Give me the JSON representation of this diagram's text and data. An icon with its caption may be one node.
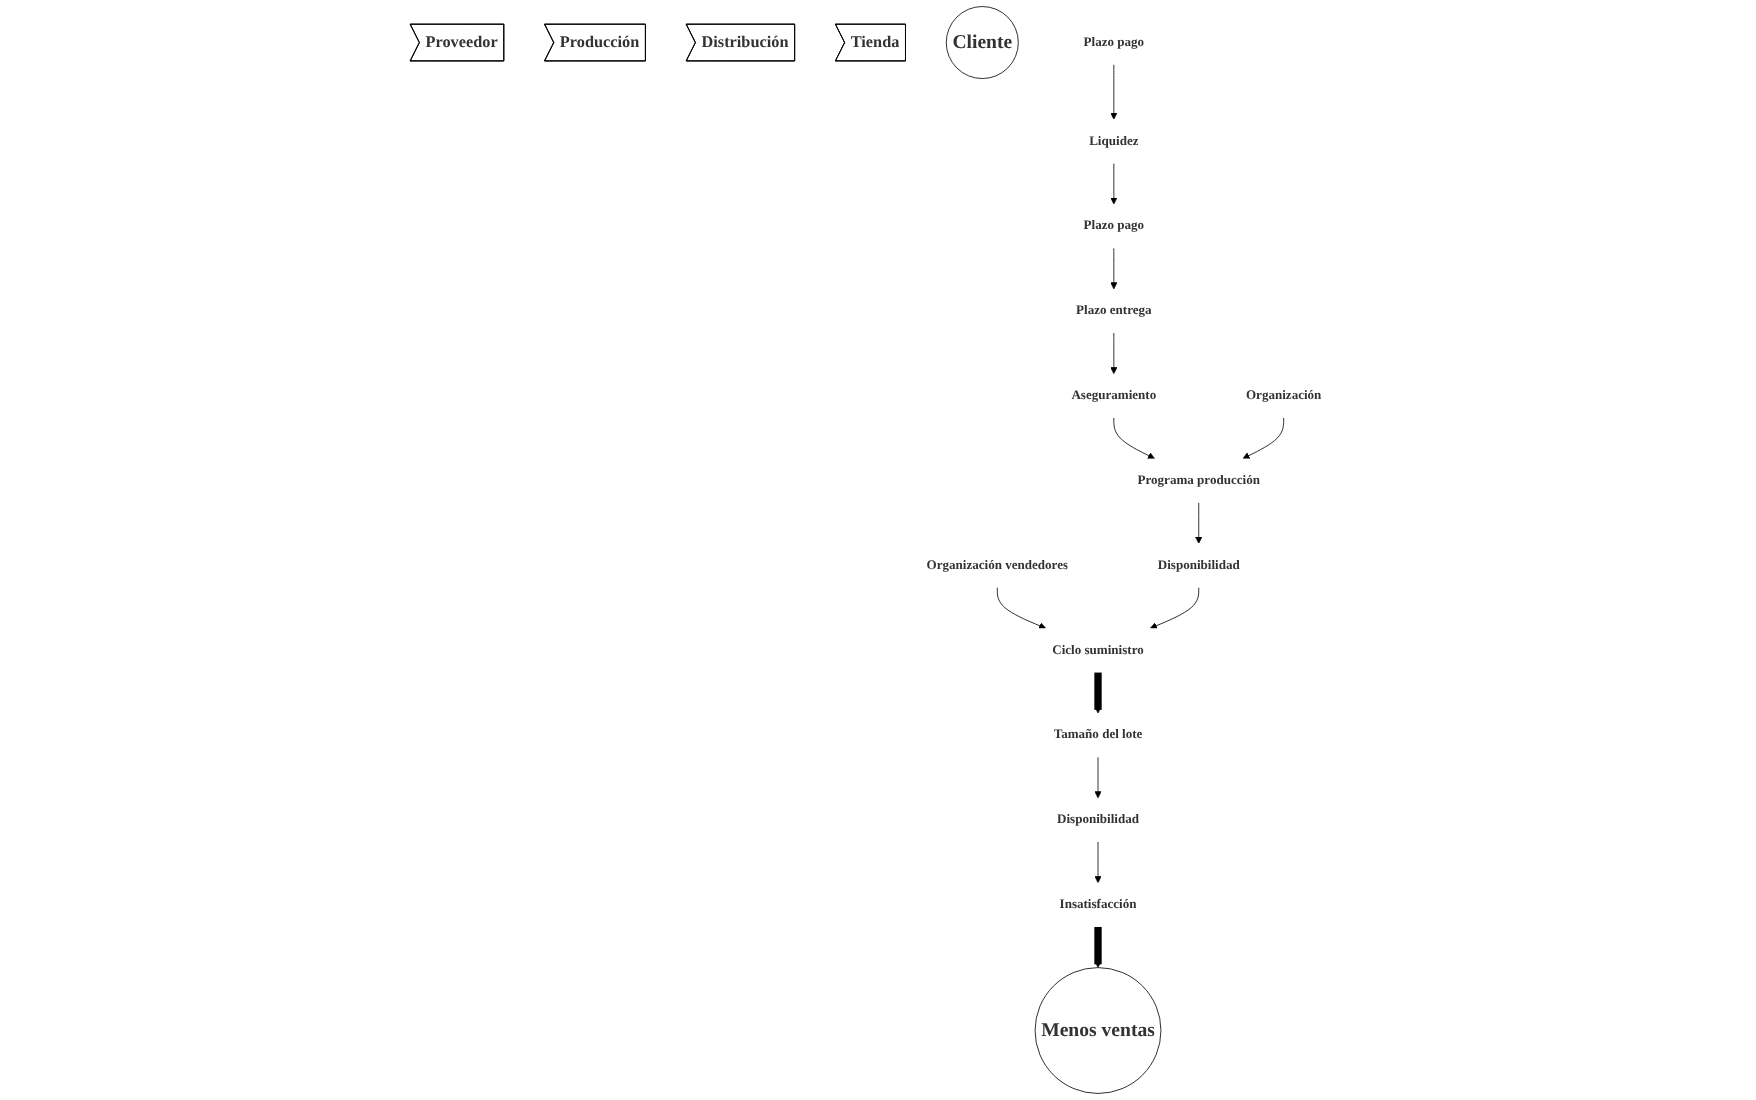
{
  "diagram": {
    "nodes": [
      {
        "text": [
          "Proveedor"
        ]
      },
      {
        "text": [
          "Producción"
        ]
      },
      {
        "text": [
          "Distribución"
        ]
      },
      {
        "text": [
          "Tienda"
        ]
      },
      {
        "text": [
          "Cliente"
        ]
      },
      {
        "text": [
          "Organización vendedores"
        ]
      },
      {
        "text": [
          "Plazo entrega"
        ]
      },
      {
        "text": [
          "Aseguramiento"
        ]
      },
      {
        "text": [
          "Ciclo suministro"
        ]
      },
      {
        "text": [
          "Tamaño del lote"
        ]
      },
      {
        "text": [
          "Programa producción"
        ]
      },
      {
        "text": [
          "Disponibilidad"
        ]
      },
      {
        "text": [
          "Disponibilidad"
        ]
      },
      {
        "text": [
          "Insatisfacción"
        ]
      },
      {
        "text": [
          "Organización"
        ]
      },
      {
        "text": [
          "Menos ventas"
        ]
      },
      {
        "text": [
          "Plazo pago"
        ]
      },
      {
        "text": [
          "Liquidez"
        ]
      },
      {
        "text": [
          "Plazo pago"
        ]
      }
    ],
    "edges": [
      {
        "from": 5,
        "to": 8,
        "arrow": "to"
      },
      {
        "from": 6,
        "to": 7,
        "arrow": "to"
      },
      {
        "from": 7,
        "to": 10,
        "arrow": "to"
      },
      {
        "from": 8,
        "to": 9,
        "arrow": "to",
        "style": "thick"
      },
      {
        "from": 9,
        "to": 12,
        "arrow": "to"
      },
      {
        "from": 10,
        "to": 11,
        "arrow": "to"
      },
      {
        "from": 11,
        "to": 8,
        "arrow": "to"
      },
      {
        "from": 12,
        "to": 13,
        "arrow": "to"
      },
      {
        "from": 13,
        "to": 15,
        "arrow": "to",
        "style": "thick"
      },
      {
        "from": 14,
        "to": 10,
        "arrow": "to"
      },
      {
        "from": 18,
        "to": 17,
        "arrow": "to"
      },
      {
        "from": 17,
        "to": 16,
        "arrow": "to"
      },
      {
        "from": 16,
        "to": 6,
        "arrow": "to"
      }
    ]
  }
}
